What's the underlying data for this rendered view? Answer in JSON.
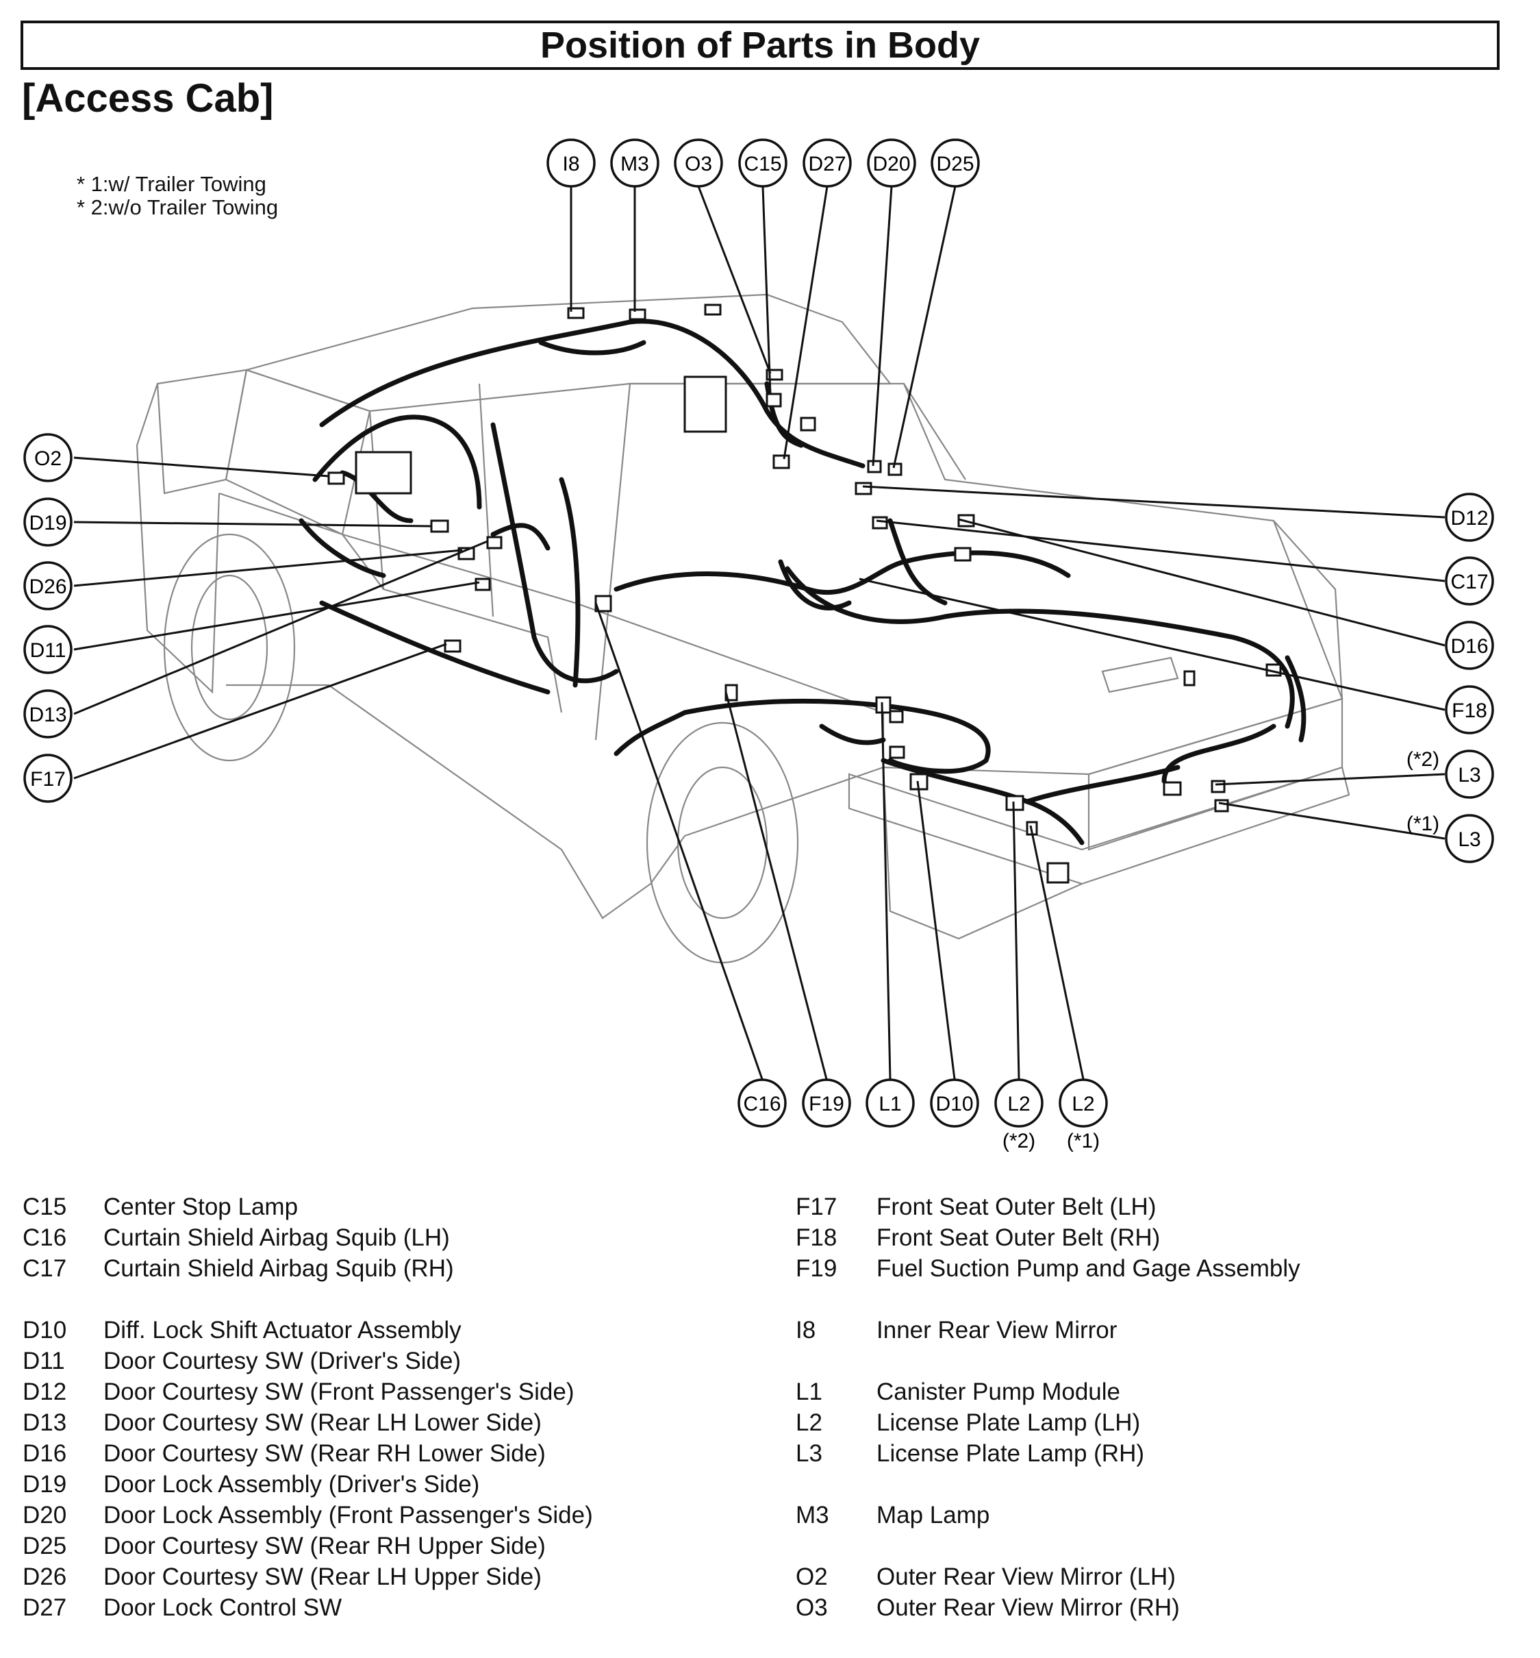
{
  "header": {
    "title": "Position of Parts in Body",
    "subtitle": "[Access Cab]"
  },
  "notes": [
    "* 1:w/ Trailer Towing",
    "* 2:w/o Trailer Towing"
  ],
  "callouts": {
    "top": [
      "I8",
      "M3",
      "O3",
      "C15",
      "D27",
      "D20",
      "D25"
    ],
    "left": [
      "O2",
      "D19",
      "D26",
      "D11",
      "D13",
      "F17"
    ],
    "right": [
      "D12",
      "C17",
      "D16",
      "F18",
      "L3",
      "L3"
    ],
    "right_marks": [
      "(*2)",
      "(*1)"
    ],
    "bottom": [
      "C16",
      "F19",
      "L1",
      "D10",
      "L2",
      "L2"
    ],
    "bottom_marks": [
      "(*2)",
      "(*1)"
    ]
  },
  "legend": {
    "left": [
      {
        "code": "C15",
        "desc": "Center Stop Lamp"
      },
      {
        "code": "C16",
        "desc": "Curtain Shield Airbag Squib (LH)"
      },
      {
        "code": "C17",
        "desc": "Curtain Shield Airbag Squib (RH)"
      },
      {
        "code": "D10",
        "desc": "Diff. Lock Shift Actuator Assembly"
      },
      {
        "code": "D11",
        "desc": "Door Courtesy SW (Driver's Side)"
      },
      {
        "code": "D12",
        "desc": "Door Courtesy SW (Front Passenger's Side)"
      },
      {
        "code": "D13",
        "desc": "Door Courtesy SW (Rear LH Lower Side)"
      },
      {
        "code": "D16",
        "desc": "Door Courtesy SW (Rear RH Lower Side)"
      },
      {
        "code": "D19",
        "desc": "Door Lock Assembly (Driver's Side)"
      },
      {
        "code": "D20",
        "desc": "Door Lock Assembly (Front Passenger's Side)"
      },
      {
        "code": "D25",
        "desc": "Door Courtesy SW (Rear RH Upper Side)"
      },
      {
        "code": "D26",
        "desc": "Door Courtesy SW (Rear LH Upper Side)"
      },
      {
        "code": "D27",
        "desc": "Door Lock Control SW"
      }
    ],
    "right": [
      {
        "code": "F17",
        "desc": "Front Seat Outer Belt (LH)"
      },
      {
        "code": "F18",
        "desc": "Front Seat Outer Belt (RH)"
      },
      {
        "code": "F19",
        "desc": "Fuel Suction Pump and Gage Assembly"
      },
      {
        "code": "I8",
        "desc": "Inner Rear View Mirror"
      },
      {
        "code": "L1",
        "desc": "Canister Pump Module"
      },
      {
        "code": "L2",
        "desc": "License Plate Lamp (LH)"
      },
      {
        "code": "L3",
        "desc": "License Plate Lamp (RH)"
      },
      {
        "code": "M3",
        "desc": "Map Lamp"
      },
      {
        "code": "O2",
        "desc": "Outer Rear View Mirror (LH)"
      },
      {
        "code": "O3",
        "desc": "Outer Rear View Mirror (RH)"
      }
    ]
  }
}
